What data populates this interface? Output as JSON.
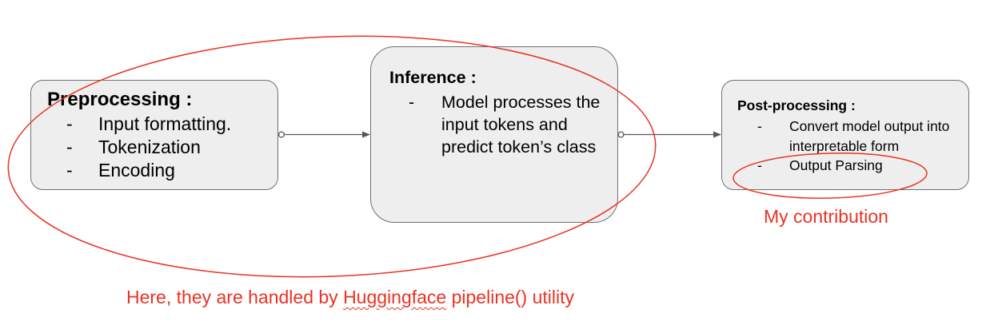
{
  "preprocessing": {
    "title": "Preprocessing :",
    "items": [
      {
        "bullet": "-",
        "text": "Input formatting."
      },
      {
        "bullet": "-",
        "text": "Tokenization"
      },
      {
        "bullet": "-",
        "text": "Encoding"
      }
    ]
  },
  "inference": {
    "title": "Inference :",
    "items": [
      {
        "bullet": "-",
        "text": "Model processes the input tokens and predict token’s class"
      }
    ]
  },
  "postprocessing": {
    "title": "Post-processing :",
    "items": [
      {
        "bullet": "-",
        "text": "Convert model output into interpretable form"
      },
      {
        "bullet": "-",
        "text": "Output Parsing"
      }
    ]
  },
  "annotations": {
    "contribution": "My contribution",
    "handled_pre": "Here, they are handled by ",
    "handled_word": "Huggingface",
    "handled_post": " pipeline() utility"
  },
  "colors": {
    "annotation": "#ea3323",
    "box_fill": "#eeeeee",
    "box_border": "#6f6f6f",
    "connector": "#555555"
  }
}
